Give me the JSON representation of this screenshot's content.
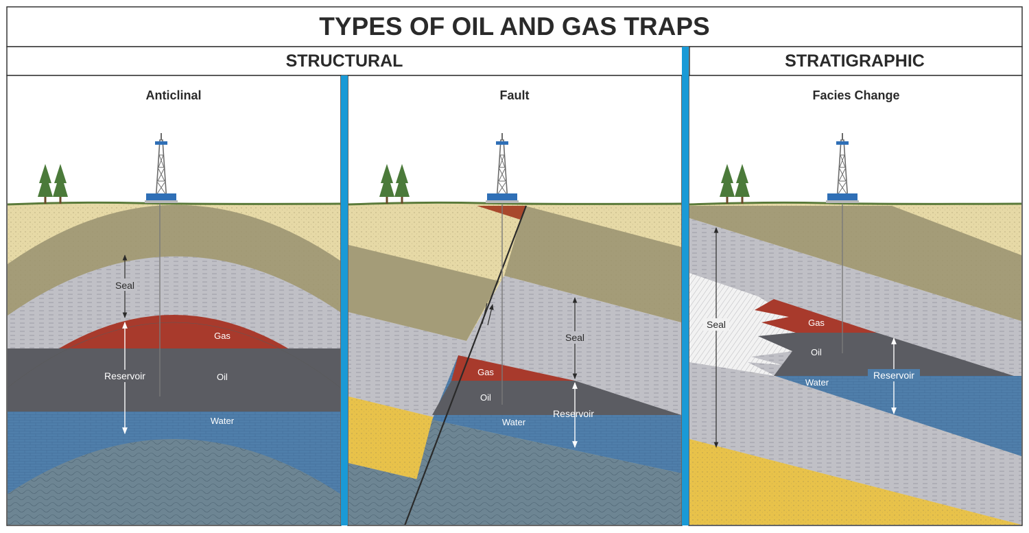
{
  "title": "TYPES OF OIL AND GAS TRAPS",
  "groups": {
    "structural": "STRUCTURAL",
    "stratigraphic": "STRATIGRAPHIC"
  },
  "panels": [
    {
      "heading": "Anticlinal",
      "labels": {
        "seal": "Seal",
        "gas": "Gas",
        "oil": "Oil",
        "water": "Water",
        "reservoir": "Reservoir"
      }
    },
    {
      "heading": "Fault",
      "labels": {
        "seal": "Seal",
        "gas": "Gas",
        "oil": "Oil",
        "water": "Water",
        "reservoir": "Reservoir"
      }
    },
    {
      "heading": "Facies Change",
      "labels": {
        "seal": "Seal",
        "gas": "Gas",
        "oil": "Oil",
        "water": "Water",
        "reservoir": "Reservoir"
      }
    }
  ],
  "colors": {
    "separator": "#1a9ad6",
    "gas": "#a83a2c",
    "oil": "#5b5c62",
    "water": "#4f7eaa",
    "seal": "#c0c0c6",
    "olive": "#a49c78",
    "sand": "#e6d9a6",
    "yellow": "#e8c24a",
    "basement": "#6d8593",
    "rig": "#2f6fb6"
  },
  "icons": [
    "drilling-rig-icon",
    "tree-icon"
  ]
}
